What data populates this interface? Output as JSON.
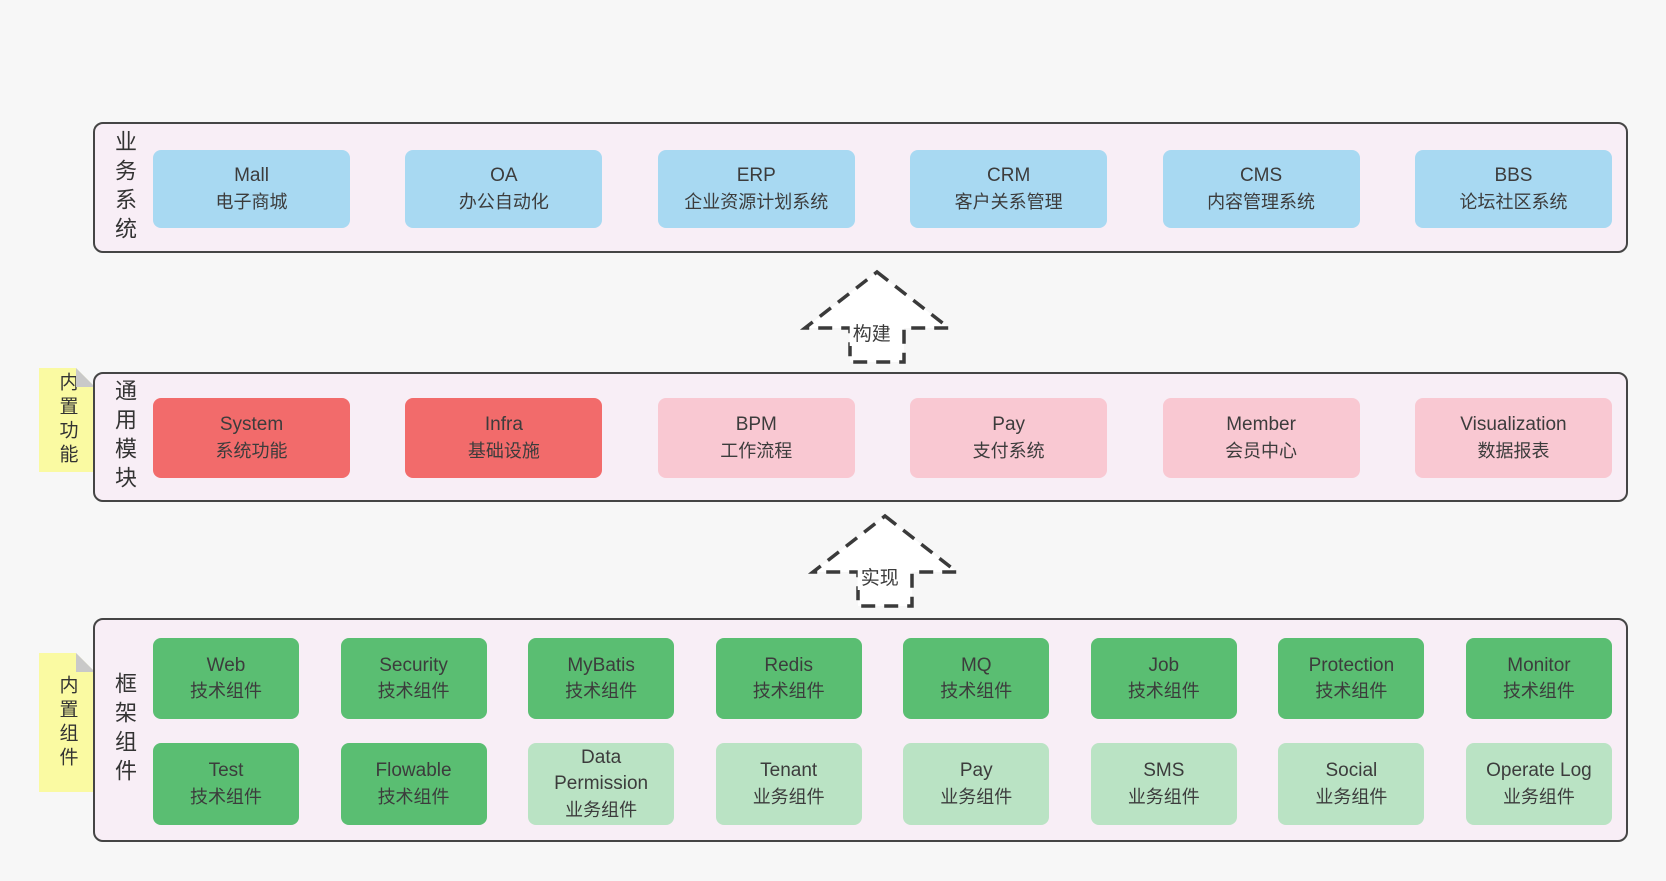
{
  "diagram": {
    "colors": {
      "page_bg": "#f7f7f7",
      "layer_bg": "#f8eef6",
      "layer_border": "#454545",
      "blue_box": "#a8d9f2",
      "red_box": "#f26b6b",
      "pink_box": "#f9c8d2",
      "green_box": "#5abe72",
      "light_green_box": "#bae3c4",
      "sticky_note": "#fafaa2",
      "note_fold": "#c9c9c9",
      "text": "#3c3c3c"
    },
    "arrows": [
      {
        "label": "构建"
      },
      {
        "label": "实现"
      }
    ],
    "layers": [
      {
        "side_label": "业务系统",
        "boxes": [
          {
            "title": "Mall",
            "subtitle": "电子商城"
          },
          {
            "title": "OA",
            "subtitle": "办公自动化"
          },
          {
            "title": "ERP",
            "subtitle": "企业资源计划系统"
          },
          {
            "title": "CRM",
            "subtitle": "客户关系管理"
          },
          {
            "title": "CMS",
            "subtitle": "内容管理系统"
          },
          {
            "title": "BBS",
            "subtitle": "论坛社区系统"
          }
        ]
      },
      {
        "side_label": "通用模块",
        "note": "内置功能",
        "boxes": [
          {
            "title": "System",
            "subtitle": "系统功能"
          },
          {
            "title": "Infra",
            "subtitle": "基础设施"
          },
          {
            "title": "BPM",
            "subtitle": "工作流程"
          },
          {
            "title": "Pay",
            "subtitle": "支付系统"
          },
          {
            "title": "Member",
            "subtitle": "会员中心"
          },
          {
            "title": "Visualization",
            "subtitle": "数据报表"
          }
        ]
      },
      {
        "side_label": "框架组件",
        "note": "内置组件",
        "rows": [
          [
            {
              "title": "Web",
              "subtitle": "技术组件"
            },
            {
              "title": "Security",
              "subtitle": "技术组件"
            },
            {
              "title": "MyBatis",
              "subtitle": "技术组件"
            },
            {
              "title": "Redis",
              "subtitle": "技术组件"
            },
            {
              "title": "MQ",
              "subtitle": "技术组件"
            },
            {
              "title": "Job",
              "subtitle": "技术组件"
            },
            {
              "title": "Protection",
              "subtitle": "技术组件"
            },
            {
              "title": "Monitor",
              "subtitle": "技术组件"
            }
          ],
          [
            {
              "title": "Test",
              "subtitle": "技术组件"
            },
            {
              "title": "Flowable",
              "subtitle": "技术组件"
            },
            {
              "title": "Data Permission",
              "subtitle": "业务组件"
            },
            {
              "title": "Tenant",
              "subtitle": "业务组件"
            },
            {
              "title": "Pay",
              "subtitle": "业务组件"
            },
            {
              "title": "SMS",
              "subtitle": "业务组件"
            },
            {
              "title": "Social",
              "subtitle": "业务组件"
            },
            {
              "title": "Operate Log",
              "subtitle": "业务组件"
            }
          ]
        ]
      }
    ]
  }
}
